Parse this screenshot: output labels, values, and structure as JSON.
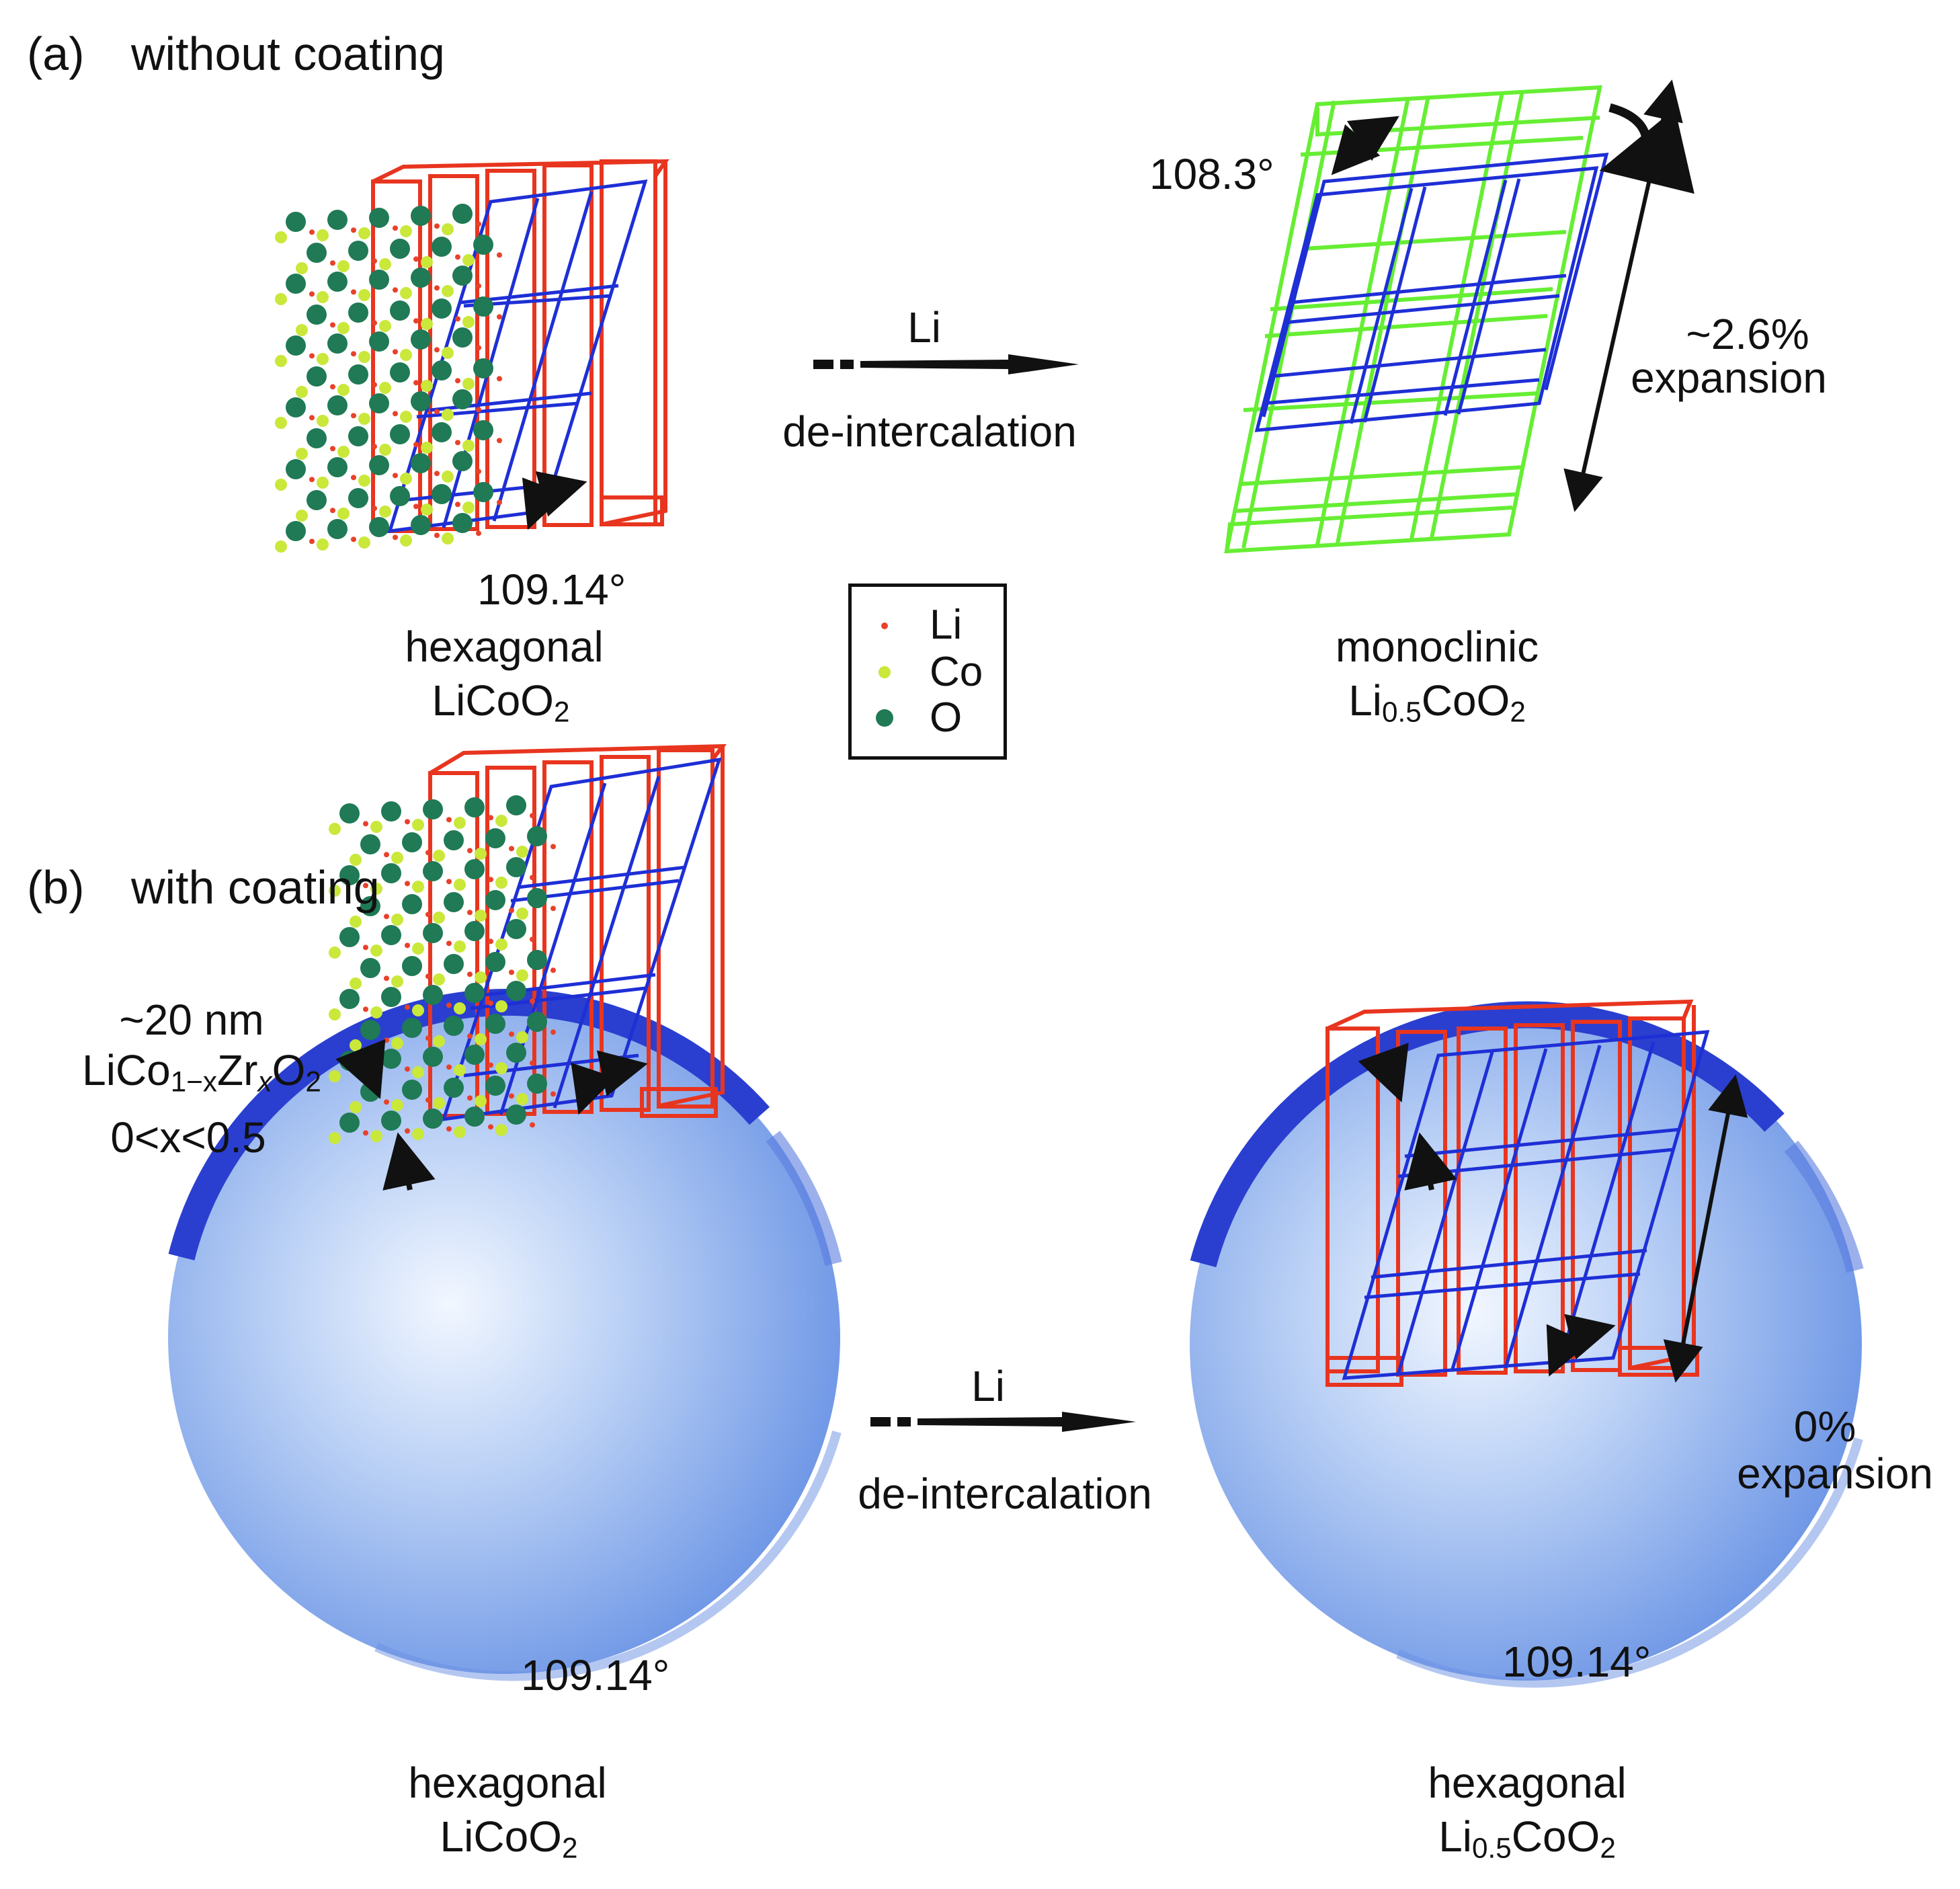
{
  "panel_a": {
    "label": "(a)",
    "title": "without coating",
    "left_angle": "109.14°",
    "left_caption_line1": "hexagonal",
    "left_caption_line2_main": "LiCoO",
    "left_caption_line2_sub": "2",
    "arrow_top": "Li",
    "arrow_bottom": "de-intercalation",
    "right_angle": "108.3°",
    "expansion_line1": "~2.6%",
    "expansion_line2": "expansion",
    "right_caption_line1": "monoclinic",
    "right_caption_line2_a": "Li",
    "right_caption_line2_sub1": "0.5",
    "right_caption_line2_b": "CoO",
    "right_caption_line2_sub2": "2"
  },
  "legend": {
    "items": [
      {
        "label": "Li",
        "color": "#e8412b"
      },
      {
        "label": "Co",
        "color": "#c9e83a"
      },
      {
        "label": "O",
        "color": "#1f7a55"
      }
    ]
  },
  "panel_b": {
    "label": "(b)",
    "title": "with coating",
    "coating_line1": "~20 nm",
    "coating_line2_a": "LiCo",
    "coating_line2_sub1": "1−x",
    "coating_line2_b": "Zr",
    "coating_line2_sub2": "x",
    "coating_line2_c": "O",
    "coating_line2_sub3": "2",
    "coating_line3": "0<x<0.5",
    "left_angle": "109.14°",
    "left_caption_line1": "hexagonal",
    "left_caption_line2_main": "LiCoO",
    "left_caption_line2_sub": "2",
    "arrow_top": "Li",
    "arrow_bottom": "de-intercalation",
    "right_angle": "109.14°",
    "expansion_line1": "0%",
    "expansion_line2": "expansion",
    "right_caption_line1": "hexagonal",
    "right_caption_line2_a": "Li",
    "right_caption_line2_sub1": "0.5",
    "right_caption_line2_b": "CoO",
    "right_caption_line2_sub2": "2"
  },
  "colors": {
    "red_lattice": "#e8351f",
    "blue_lattice": "#1e2fd6",
    "green_lattice": "#66ee33",
    "sphere_shell": "#2a3fd0",
    "sphere_body": "#7fa6ea"
  }
}
